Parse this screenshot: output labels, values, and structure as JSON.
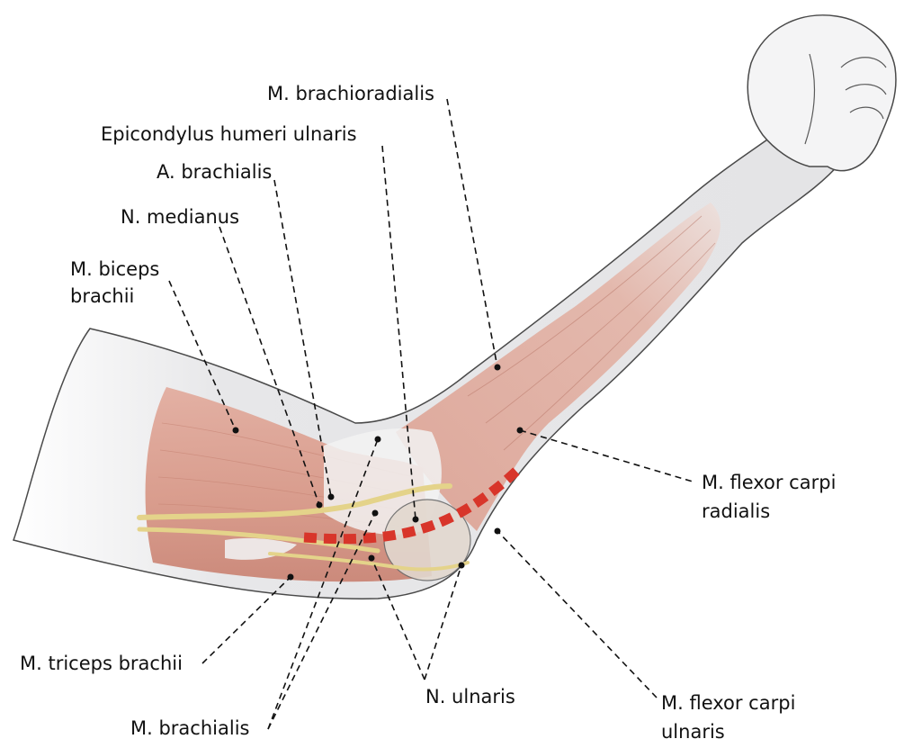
{
  "labels": {
    "brachioradialis": "M. brachioradialis",
    "epicondylus": "Epicondylus humeri ulnaris",
    "a_brachialis": "A. brachialis",
    "n_medianus": "N. medianus",
    "biceps_line1": "M. biceps",
    "biceps_line2": "brachii",
    "fcr_line1": "M. flexor carpi",
    "fcr_line2": "radialis",
    "triceps": "M. triceps brachii",
    "m_brachialis": "M. brachialis",
    "n_ulnaris": "N. ulnaris",
    "fcu_line1": "M. flexor carpi",
    "fcu_line2": "ulnaris"
  },
  "colors": {
    "skin": "#e9e9ea",
    "skin_outline": "#4a4a4a",
    "muscle": "#dea294",
    "muscle_dark": "#c98272",
    "tendon": "#eeeeee",
    "nerve": "#e4d38a",
    "ulnar_nerve_path": "#d8352a",
    "leader_line": "#111111"
  }
}
